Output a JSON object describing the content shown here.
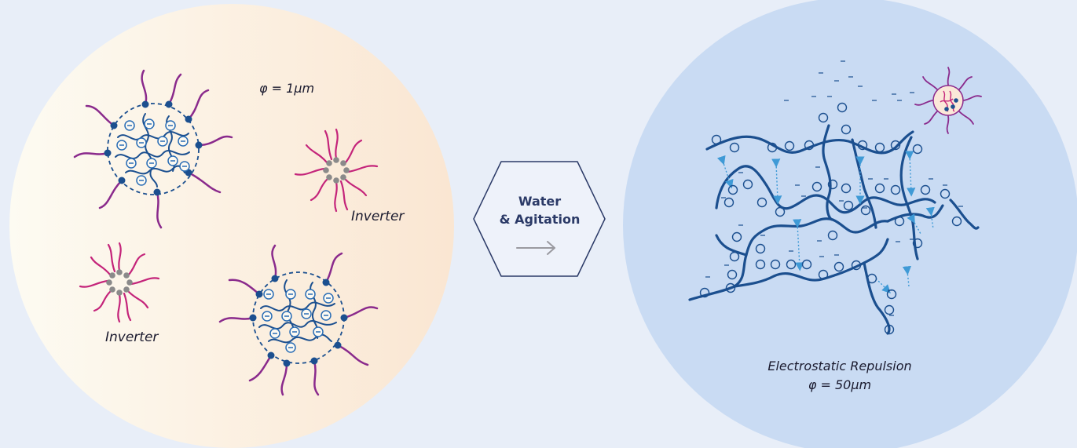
{
  "left_panel": {
    "size_label": "φ = 1μm",
    "inverter_label_1": "Inverter",
    "inverter_label_2": "Inverter"
  },
  "center": {
    "line1": "Water",
    "line2": "& Agitation"
  },
  "right_panel": {
    "caption_line1": "Electrostatic Repulsion",
    "caption_line2": "φ = 50μm"
  },
  "colors": {
    "page_bg": "#e8eef8",
    "left_gradient_start": "#fdfaf0",
    "left_gradient_end": "#fae8d5",
    "right_circle": "#c9dbf3",
    "polymer_blue": "#1b4f8f",
    "charge_blue": "#2a6db5",
    "tail_purple": "#8a2a8c",
    "tail_magenta": "#c4247a",
    "inverter_grey": "#8a8a8a",
    "arrow_light_blue": "#3f9ad6",
    "hexagon_stroke": "#2b3a67",
    "arrow_grey": "#9a9aa0"
  }
}
